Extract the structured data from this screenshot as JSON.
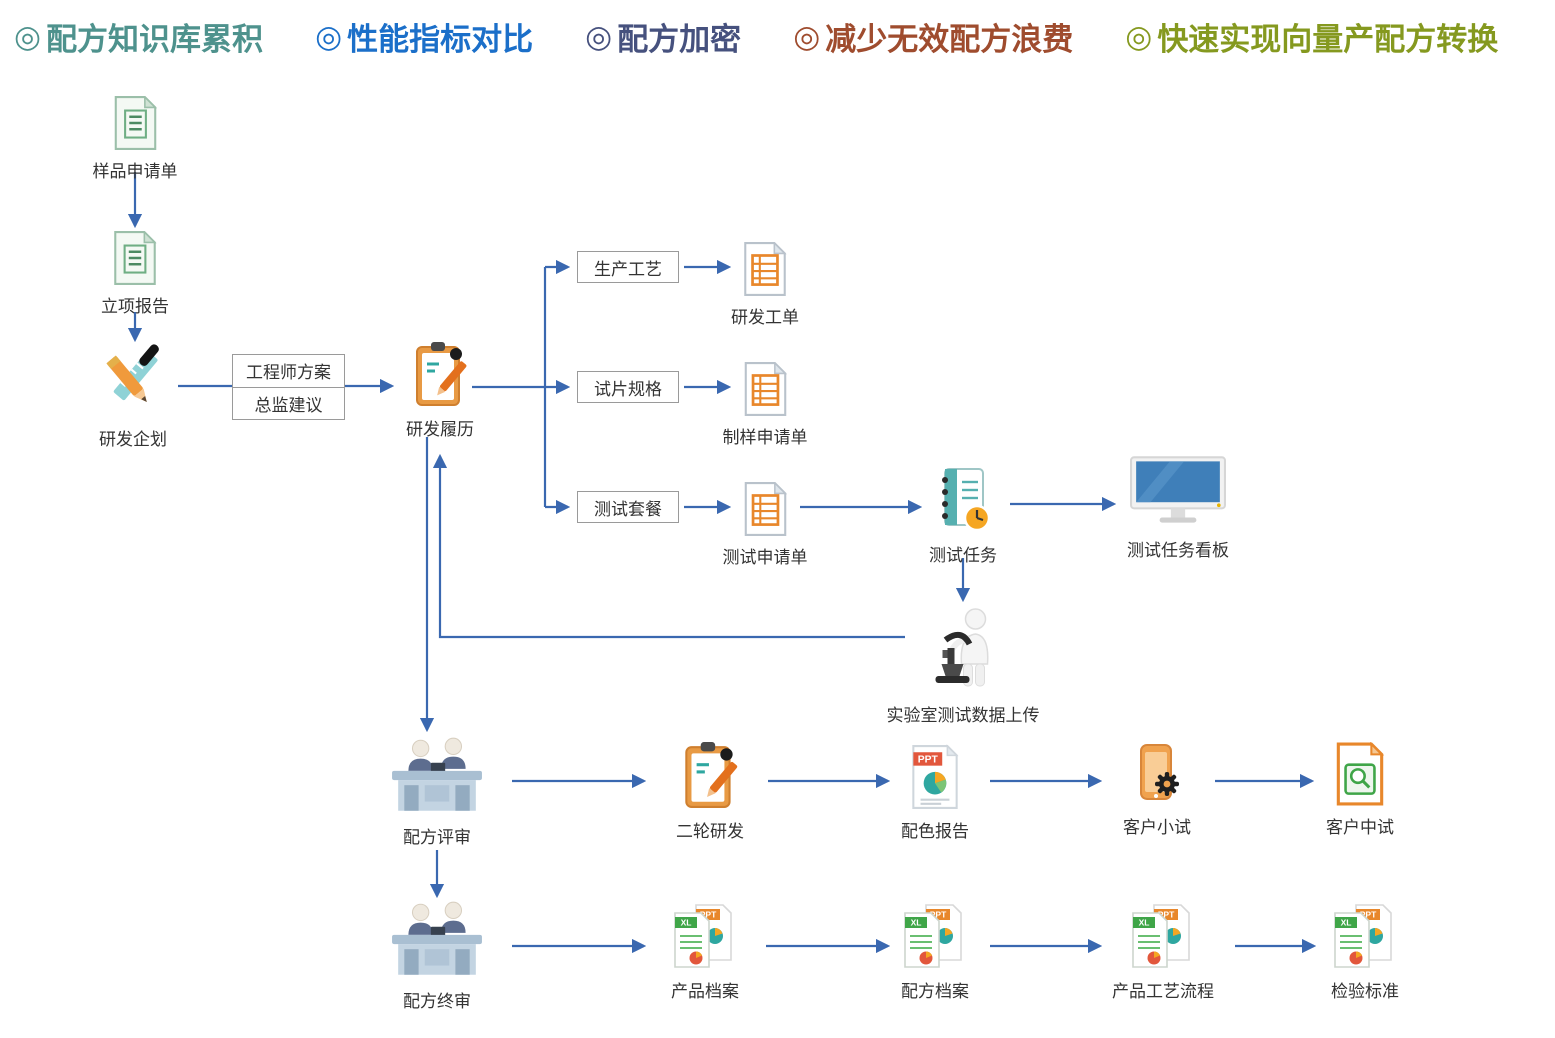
{
  "header": {
    "bullet": "◎",
    "items": [
      {
        "label": "配方知识库累积",
        "color": "#4e928d"
      },
      {
        "label": "性能指标对比",
        "color": "#1b6fc9"
      },
      {
        "label": "配方加密",
        "color": "#46517e"
      },
      {
        "label": "减少无效配方浪费",
        "color": "#9f4c2e"
      },
      {
        "label": "快速实现向量产配方转换",
        "color": "#85991f"
      }
    ]
  },
  "colors": {
    "arrow": "#3a68b0"
  },
  "nodes": {
    "sample_request": "样品申请单",
    "project_report": "立项报告",
    "rd_planning": "研发企划",
    "engineer_plan": "工程师方案",
    "director_advice": "总监建议",
    "rd_history": "研发履历",
    "production_process": "生产工艺",
    "rd_workorder": "研发工单",
    "test_piece_spec": "试片规格",
    "sample_making_request": "制样申请单",
    "test_package": "测试套餐",
    "test_request": "测试申请单",
    "test_task": "测试任务",
    "test_task_board": "测试任务看板",
    "lab_upload": "实验室测试数据上传",
    "formula_review": "配方评审",
    "second_round_rd": "二轮研发",
    "color_report": "配色报告",
    "customer_small_test": "客户小试",
    "customer_mid_test": "客户中试",
    "formula_final_review": "配方终审",
    "product_archive": "产品档案",
    "formula_archive": "配方档案",
    "product_process_flow": "产品工艺流程",
    "inspection_standard": "检验标准"
  }
}
